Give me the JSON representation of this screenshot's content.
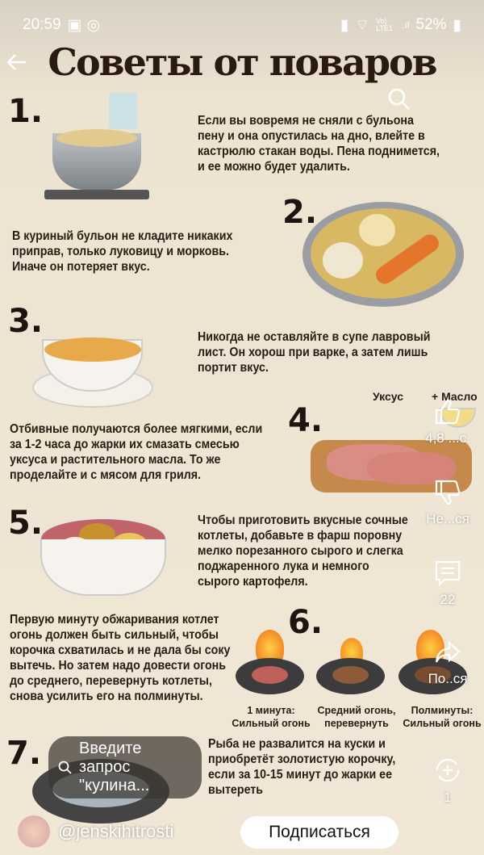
{
  "status_bar": {
    "time": "20:59",
    "battery": "52%",
    "network": "Vo) LTE1"
  },
  "post": {
    "title": "Советы от поваров",
    "tips": [
      {
        "num": "1.",
        "text": "Если вы вовремя не сняли с бульона пену и она опустилась на дно, влейте в кастрюлю стакан воды. Пена поднимется, и ее можно будет удалить."
      },
      {
        "num": "2.",
        "text": "В куриный бульон не кладите никаких приправ, только луковицу и морковь. Иначе он потеряет вкус."
      },
      {
        "num": "3.",
        "text": "Никогда не оставляйте в супе лавровый лист. Он хорош при варке, а затем лишь портит вкус."
      },
      {
        "num": "4.",
        "text": "Отбивные получаются более мягкими, если за 1-2 часа до жарки их смазать смесью уксуса и растительного масла. То же проделайте и с мясом для гриля.",
        "label_a": "Уксус",
        "label_b": "+ Масло"
      },
      {
        "num": "5.",
        "text": "Чтобы приготовить вкусные сочные котлеты, добавьте в фарш поровну мелко порезанного сырого и слегка поджаренного лука и немного сырого картофеля."
      },
      {
        "num": "6.",
        "text": "Первую минуту обжаривания котлет огонь должен быть сильный, чтобы корочка схватилась и не дала бы соку вытечь. Но затем надо довести огонь до среднего, перевернуть котлеты, снова усилить его на полминуты.",
        "captions": [
          "1 минута:\nСильный огонь",
          "Средний огонь,\nперевернуть",
          "Полминуты:\nСильный огонь"
        ]
      },
      {
        "num": "7.",
        "text": "Рыба не развалится на куски и приобретёт золотистую корочку, если за 10-15 минут до жарки ее вытереть"
      }
    ]
  },
  "search": {
    "placeholder": "Введите запрос \"кулина..."
  },
  "author": {
    "handle": "@jenskihitrosti",
    "subscribe": "Подписаться"
  },
  "actions": {
    "likes": "4,8 ...с.",
    "dislike": "Не...ся",
    "comments": "22",
    "share": "По..ся",
    "remix": "1"
  }
}
